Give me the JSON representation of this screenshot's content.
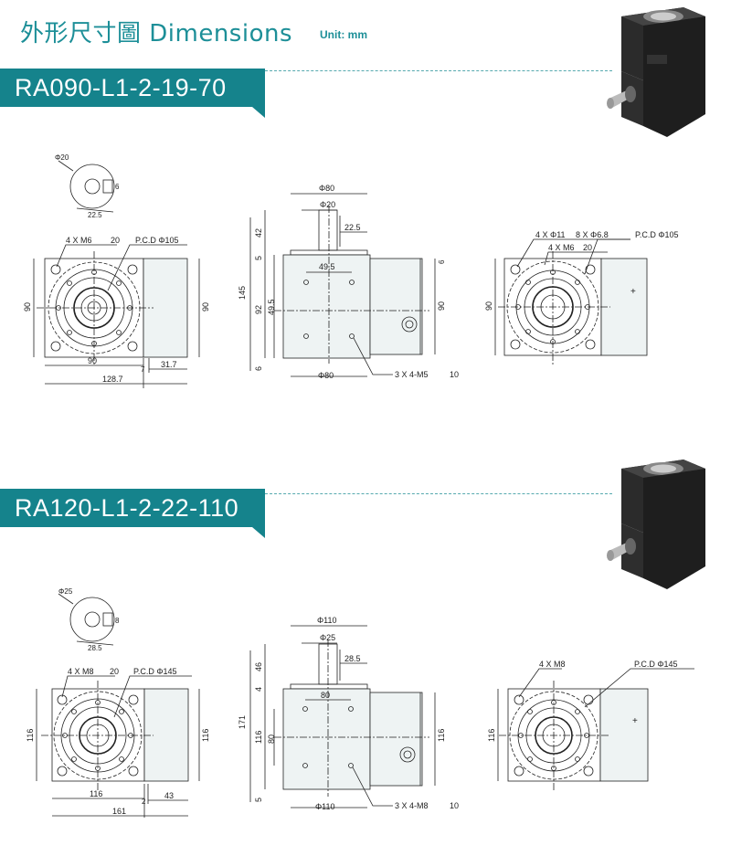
{
  "header": {
    "title": "外形尺寸圖 Dimensions",
    "unit": "Unit: mm"
  },
  "colors": {
    "accent": "#15838c",
    "line": "#222222"
  },
  "models": [
    {
      "name": "RA090-L1-2-19-70",
      "shaft": {
        "dia": "Φ20",
        "key": "6",
        "height": "22.5"
      },
      "front": {
        "holes": "4 X M6",
        "hole_depth": "20",
        "pcd": "P.C.D Φ105",
        "size_left": "90",
        "size_right": "90",
        "width_square": "90",
        "width_gap": "7",
        "width_body": "31.7",
        "width_total": "128.7"
      },
      "side": {
        "flange_dia": "Φ80",
        "shaft_dia": "Φ20",
        "shaft_len": "22.5",
        "h_shaft": "42",
        "h_step": "5",
        "h_total": "145",
        "h_body": "92",
        "h_holes": "49.5",
        "h_base": "6",
        "w_holes": "49.5",
        "h_right": "90",
        "h_small": "6",
        "bottom_dia": "Φ80",
        "bottom_holes": "3 X 4-M5",
        "bottom_depth": "10"
      },
      "rear": {
        "holes_a": "4 X Φ11",
        "depth_a": "8 X Φ6.8",
        "holes_b": "4 X M6",
        "depth_b": "20",
        "pcd": "P.C.D Φ105",
        "size": "90"
      }
    },
    {
      "name": "RA120-L1-2-22-110",
      "shaft": {
        "dia": "Φ25",
        "key": "8",
        "height": "28.5"
      },
      "front": {
        "holes": "4 X M8",
        "hole_depth": "20",
        "pcd": "P.C.D Φ145",
        "size_left": "116",
        "size_right": "116",
        "width_square": "116",
        "width_gap": "2",
        "width_body": "43",
        "width_total": "161"
      },
      "side": {
        "flange_dia": "Φ110",
        "shaft_dia": "Φ25",
        "shaft_len": "28.5",
        "h_shaft": "46",
        "h_step": "4",
        "h_total": "171",
        "h_body": "116",
        "h_holes": "80",
        "h_base": "5",
        "w_holes": "80",
        "h_right": "116",
        "h_small": "",
        "bottom_dia": "Φ110",
        "bottom_holes": "3 X 4-M8",
        "bottom_depth": "10"
      },
      "rear": {
        "holes_a": "4 X M8",
        "depth_a": "",
        "holes_b": "",
        "depth_b": "",
        "pcd": "P.C.D Φ145",
        "size": "116"
      }
    }
  ]
}
